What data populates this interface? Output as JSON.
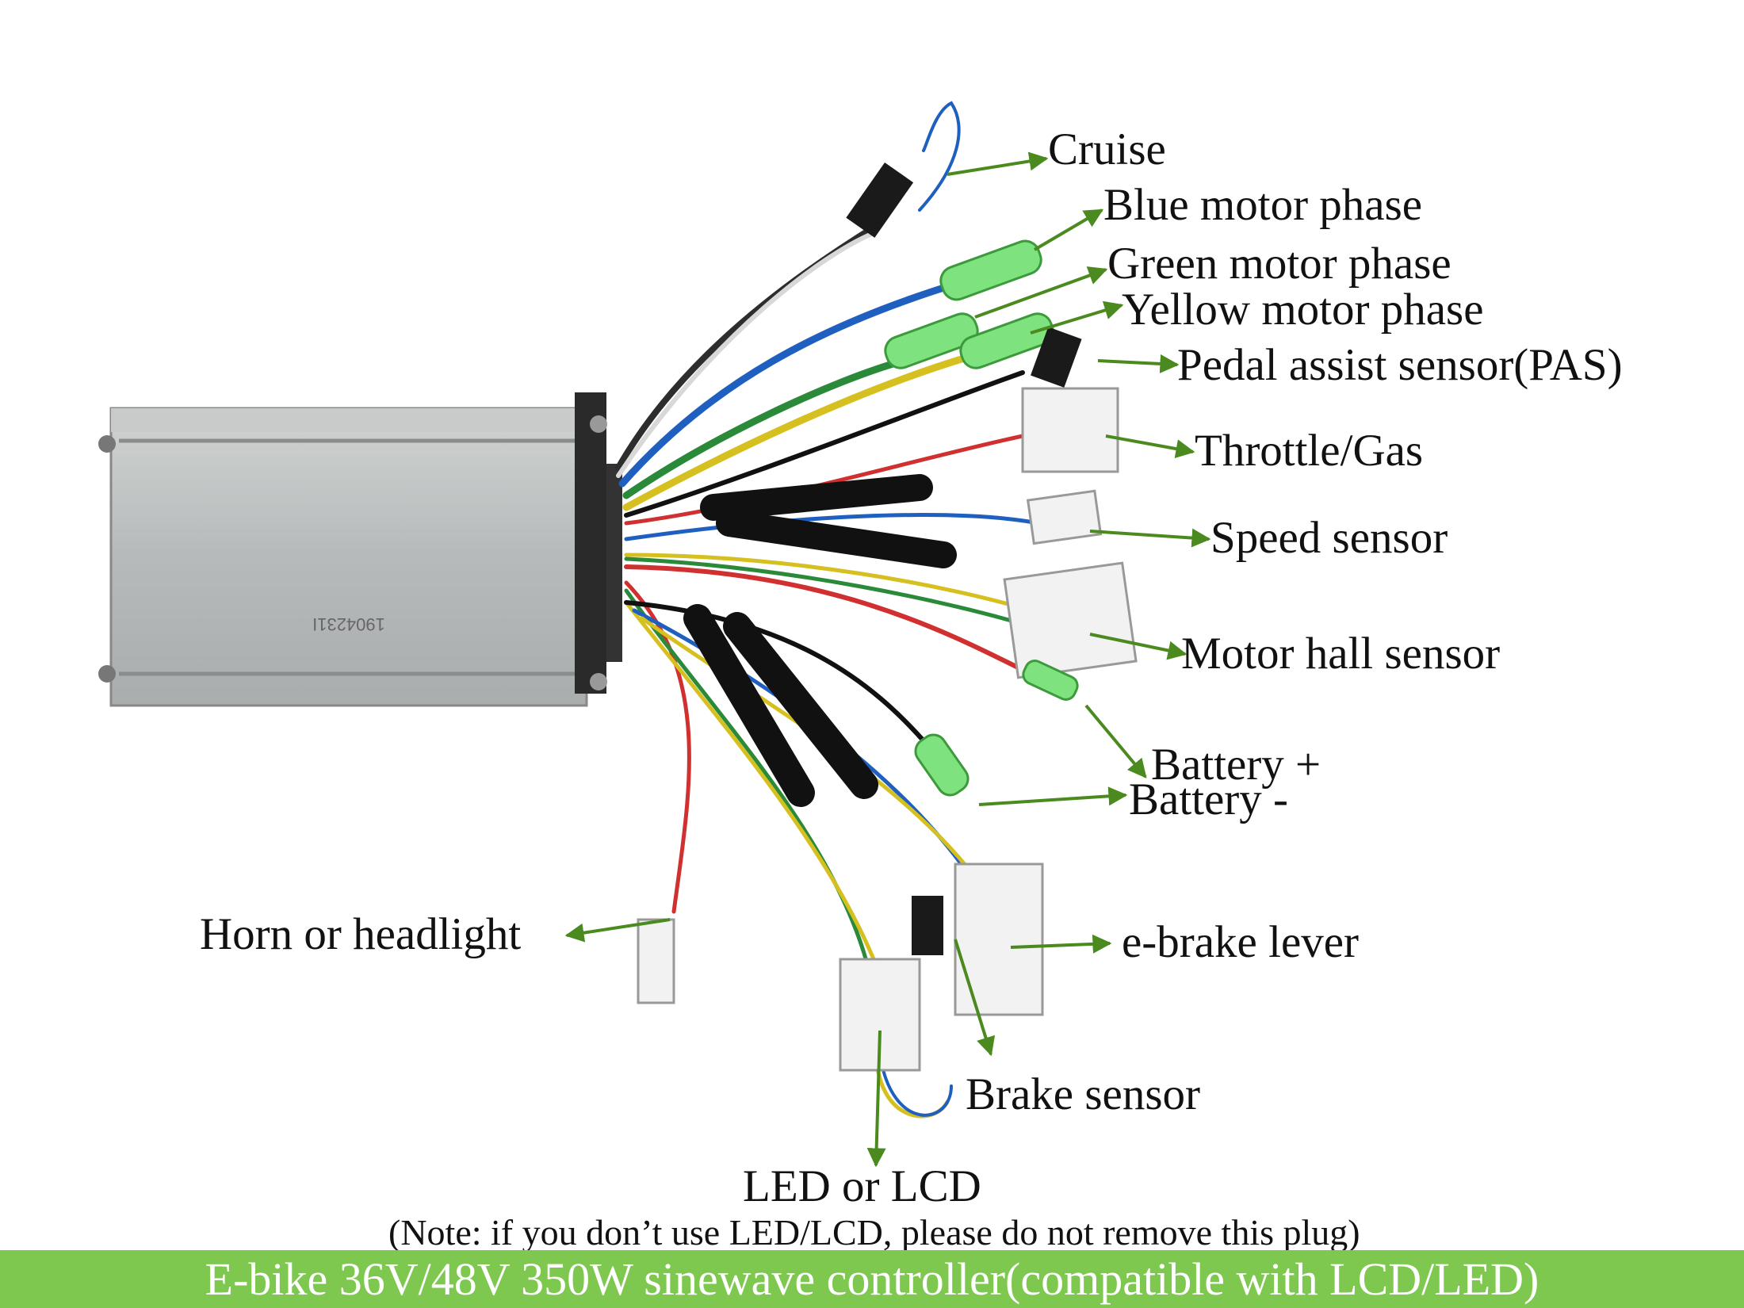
{
  "labels": {
    "cruise": "Cruise",
    "blue_phase": "Blue motor phase",
    "green_phase": "Green motor phase",
    "yellow_phase": "Yellow motor phase",
    "pas": "Pedal assist sensor(PAS)",
    "throttle": "Throttle/Gas",
    "speed": "Speed sensor",
    "hall": "Motor hall sensor",
    "battery_plus": "Battery +",
    "battery_minus": "Battery -",
    "ebrake": "e-brake lever",
    "brake_sensor": "Brake sensor",
    "horn": "Horn or headlight",
    "led": "LED or LCD"
  },
  "note": "(Note: if you don’t use LED/LCD, please do not remove this plug)",
  "footer": "E-bike 36V/48V 350W sinewave controller(compatible with LCD/LED)",
  "controller_serial": "1904231I",
  "colors": {
    "arrow": "#4a8a1f",
    "footer_bg": "#7ec850",
    "casing": "#b9bdbd",
    "connector_green": "#7ee27e",
    "connector_white": "#f2f2f2"
  }
}
